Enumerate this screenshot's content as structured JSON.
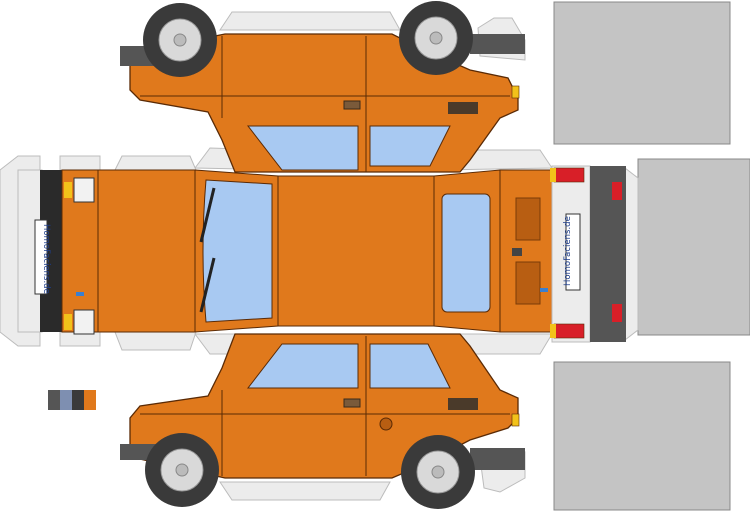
{
  "title": "Papercraft car cut-out template",
  "watermark": "HomoFaciens.de",
  "license_plate_front": "HomoFaciens.de",
  "license_plate_rear": "HomoFaciens.de",
  "colors": {
    "body": "#e0791c",
    "body_outline": "#5a2a05",
    "glass": "#a8c9f2",
    "tire": "#3a3a3a",
    "hubcap": "#d9d9d9",
    "bumper": "#555555",
    "tab": "#ececec",
    "panel_gray": "#c4c4c4",
    "taillight_red": "#d81f28",
    "indicator_amber": "#f2c21a"
  },
  "color_swatches": [
    "#555555",
    "#7e8fb1",
    "#e0791c"
  ]
}
